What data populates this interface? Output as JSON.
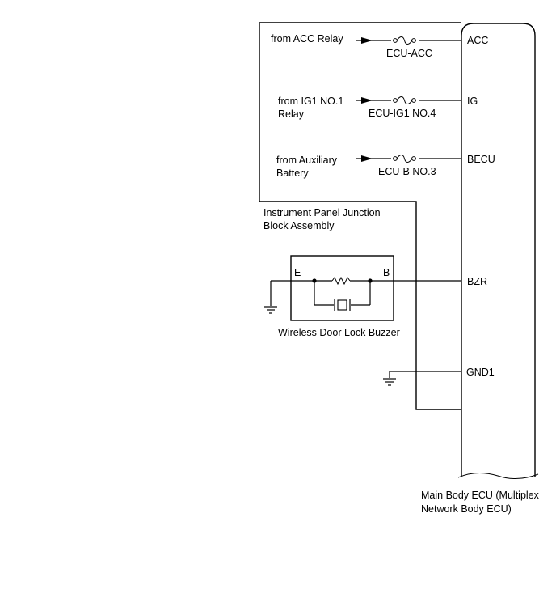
{
  "circuit": {
    "sources": {
      "acc": "from ACC Relay",
      "ig1": [
        "from IG1 NO.1",
        "Relay"
      ],
      "battery": [
        "from Auxiliary",
        "Battery"
      ]
    },
    "fuses": {
      "acc": "ECU-ACC",
      "ig1": "ECU-IG1 NO.4",
      "ecub": "ECU-B NO.3"
    },
    "junction_block": [
      "Instrument Panel Junction",
      "Block Assembly"
    ],
    "buzzer": {
      "label": "Wireless Door Lock Buzzer",
      "pin_e": "E",
      "pin_b": "B"
    },
    "ecu": {
      "label": [
        "Main Body ECU (Multiplex",
        "Network Body ECU)"
      ],
      "terminals": {
        "acc": "ACC",
        "ig": "IG",
        "becu": "BECU",
        "bzr": "BZR",
        "gnd1": "GND1"
      }
    }
  }
}
